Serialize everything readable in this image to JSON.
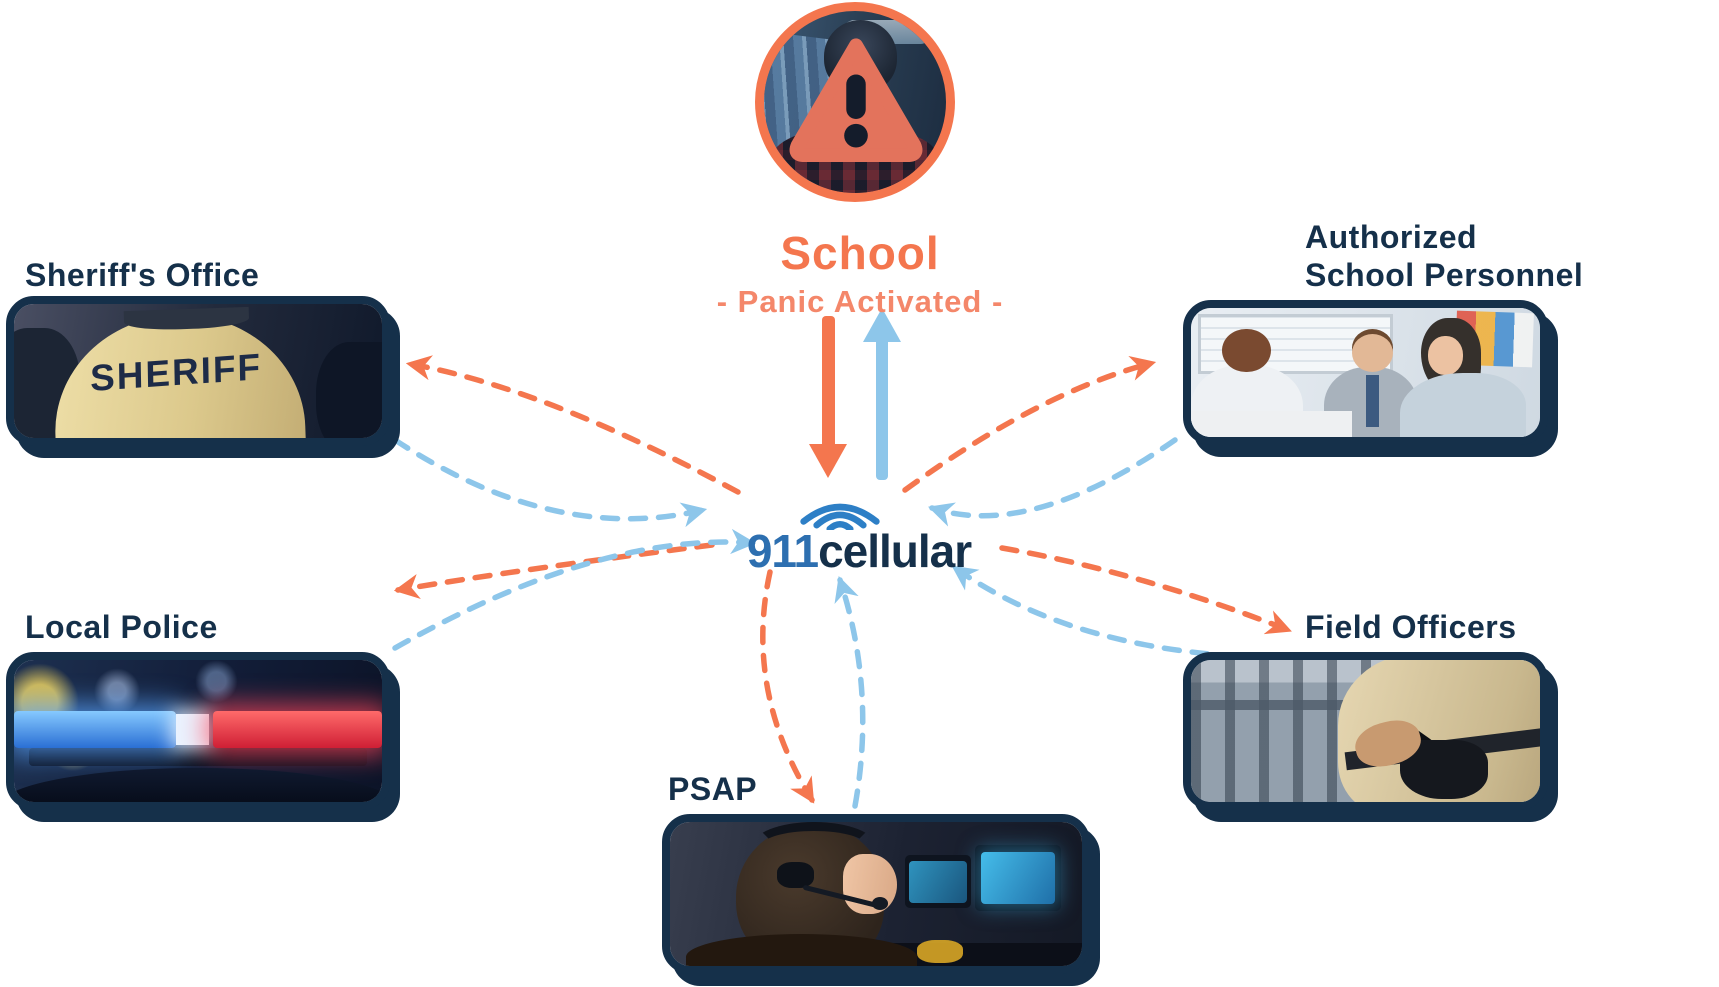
{
  "diagram": {
    "source": {
      "title": "School",
      "status": "- Panic Activated -"
    },
    "hub": {
      "brand_prefix": "911",
      "brand_suffix": "cellular"
    },
    "nodes": {
      "sheriff": {
        "label": "Sheriff's Office",
        "photo_text": "SHERIFF"
      },
      "personnel": {
        "label_line1": "Authorized",
        "label_line2": "School Personnel"
      },
      "police": {
        "label": "Local Police"
      },
      "field": {
        "label": "Field Officers"
      },
      "psap": {
        "label": "PSAP"
      }
    }
  },
  "icons": {
    "source_icon": "warning-triangle-icon",
    "hub_icon": "wifi-signal-icon",
    "outbound_arrow": "orange-dashed-arrow",
    "inbound_arrow": "blue-dashed-arrow"
  },
  "colors": {
    "alert_orange": "#F4764E",
    "status_salmon": "#F4876A",
    "inbound_blue": "#8DC6EA",
    "navy": "#15304A",
    "logo_blue": "#2D6FB0"
  }
}
